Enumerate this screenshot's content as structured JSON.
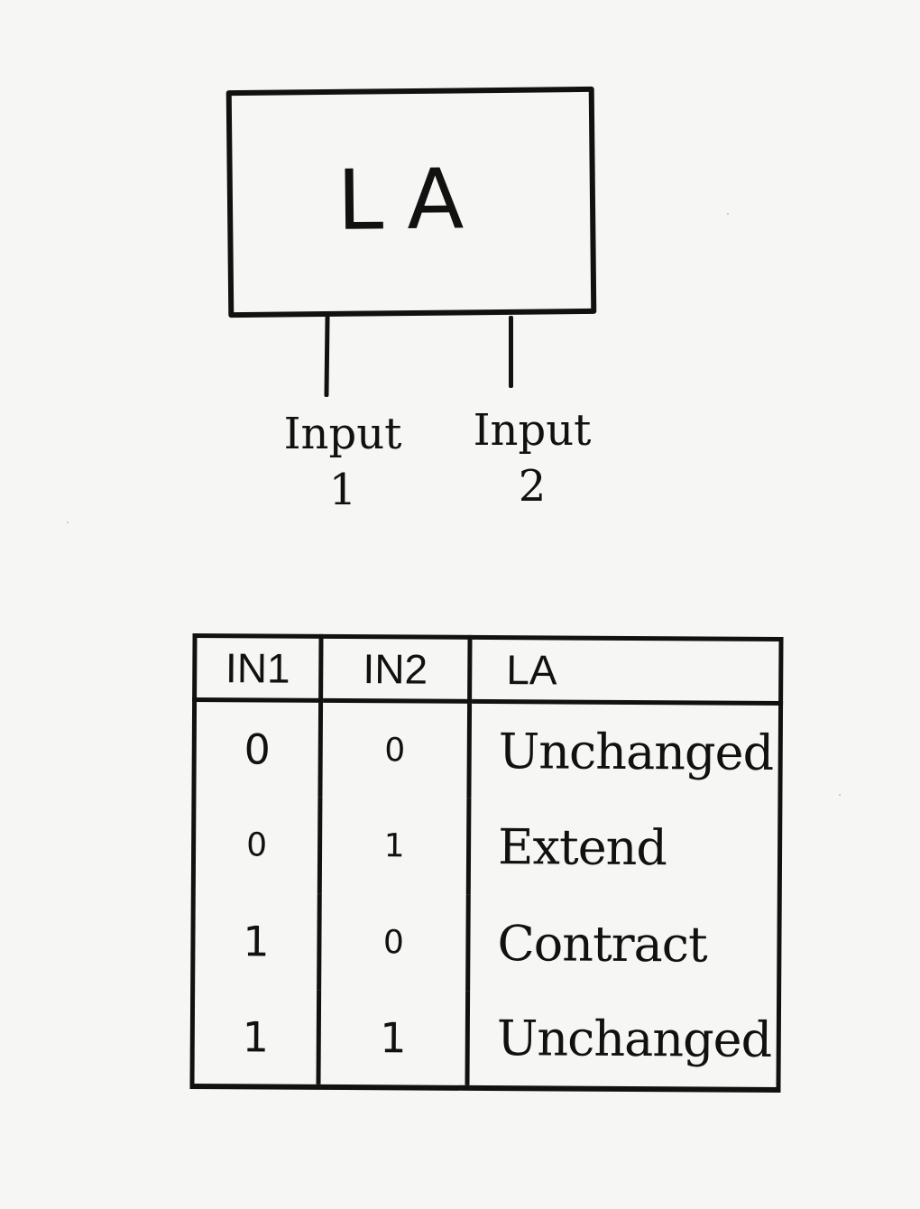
{
  "block": {
    "label": "LA"
  },
  "inputs": [
    {
      "label": "Input\n1"
    },
    {
      "label": "Input\n2"
    }
  ],
  "truth_table": {
    "headers": [
      "IN1",
      "IN2",
      "LA"
    ],
    "rows": [
      [
        "0",
        "0",
        "Unchanged"
      ],
      [
        "0",
        "1",
        "Extend"
      ],
      [
        "1",
        "0",
        "Contract"
      ],
      [
        "1",
        "1",
        "Unchanged"
      ]
    ]
  }
}
